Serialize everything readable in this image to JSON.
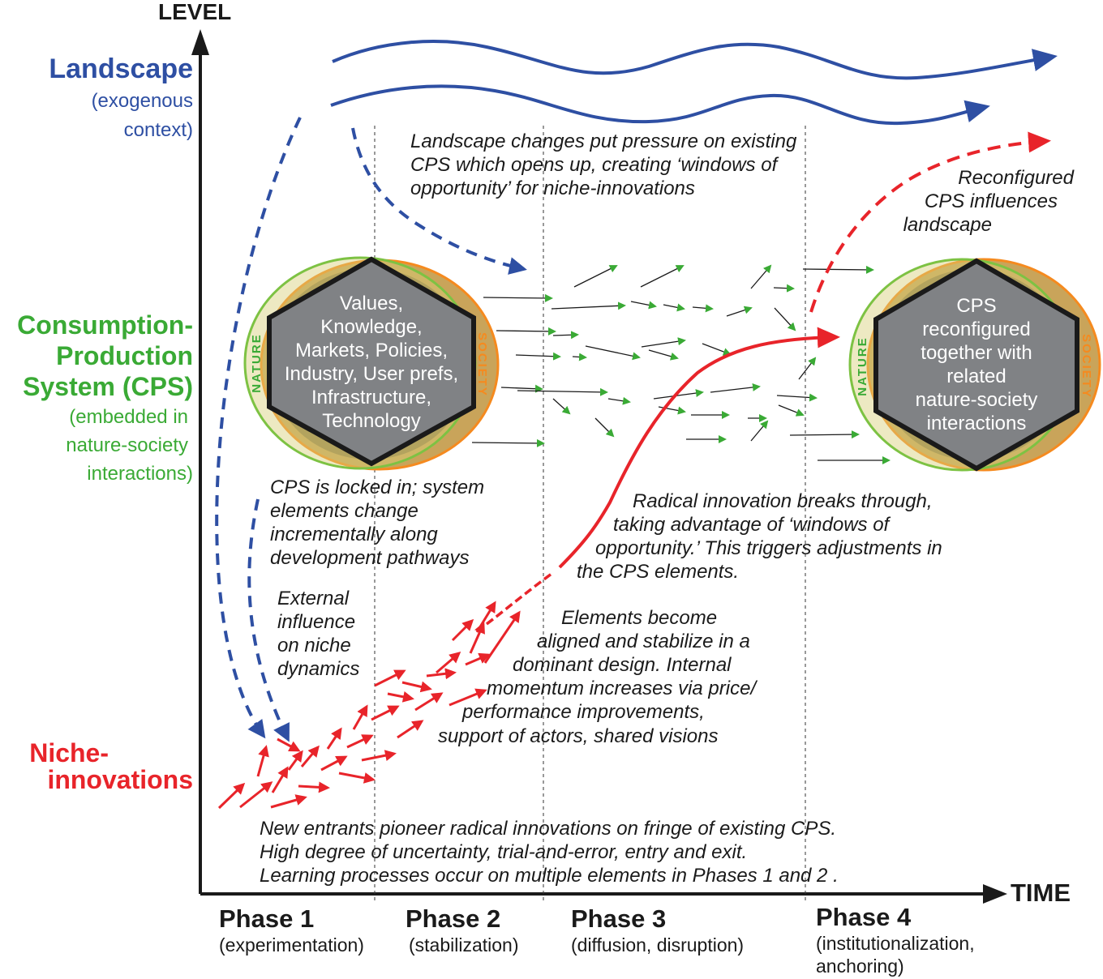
{
  "axes": {
    "y_label": "LEVEL",
    "x_label": "TIME"
  },
  "levels": {
    "landscape": {
      "title": "Landscape",
      "sub1": "(exogenous",
      "sub2": "context)"
    },
    "cps": {
      "title1": "Consumption-",
      "title2": "Production",
      "title3": "System (CPS)",
      "sub1": "(embedded in",
      "sub2": "nature-society",
      "sub3": "interactions)"
    },
    "niche": {
      "title1": "Niche-",
      "title2": "innovations"
    }
  },
  "phases": [
    {
      "name": "Phase 1",
      "desc": "(experimentation)",
      "desc2": ""
    },
    {
      "name": "Phase 2",
      "desc": "(stabilization)",
      "desc2": ""
    },
    {
      "name": "Phase 3",
      "desc": "(diffusion, disruption)",
      "desc2": ""
    },
    {
      "name": "Phase 4",
      "desc": "(institutionalization,",
      "desc2": "anchoring)"
    }
  ],
  "cps_left": {
    "lines": [
      "Values,",
      "Knowledge,",
      "Markets, Policies,",
      "Industry, User prefs,",
      "Infrastructure,",
      "Technology"
    ],
    "nature": "NATURE",
    "society": "SOCIETY"
  },
  "cps_right": {
    "lines": [
      "CPS",
      "reconfigured",
      "together with",
      "related",
      "nature-society",
      "interactions"
    ],
    "nature": "NATURE",
    "society": "SOCIETY"
  },
  "annotations": {
    "landscape_pressure": [
      "Landscape changes put pressure on existing",
      "CPS which opens up, creating ‘windows of",
      "opportunity’ for niche-innovations"
    ],
    "reconfigured": [
      "Reconfigured",
      "CPS influences",
      "landscape"
    ],
    "locked_in": [
      "CPS is locked in; system",
      "elements change",
      "incrementally along",
      "development pathways"
    ],
    "breakthrough": [
      "Radical innovation breaks through,",
      "taking advantage of ‘windows of",
      "opportunity.’ This triggers adjustments in",
      "the CPS elements."
    ],
    "external": [
      "External",
      "influence",
      "on niche",
      "dynamics"
    ],
    "stabilize": [
      "Elements become",
      "aligned and stabilize in a",
      "dominant design.  Internal",
      "momentum increases via price/",
      "performance improvements,",
      "support of  actors, shared visions"
    ],
    "new_entrants": [
      "New entrants pioneer radical innovations on fringe of existing CPS.",
      "High degree of uncertainty, trial-and-error, entry and exit.",
      "Learning processes occur on multiple elements in Phases 1 and 2 ."
    ]
  },
  "colors": {
    "landscape": "#2e4fa3",
    "cps": "#3aaa35",
    "niche": "#e8242a",
    "axis": "#1a1a1a",
    "hexagon": "#808285",
    "nature_ring": "#7dc243",
    "society_ring": "#f58a1f",
    "ring_fill": "#c9a45a"
  }
}
